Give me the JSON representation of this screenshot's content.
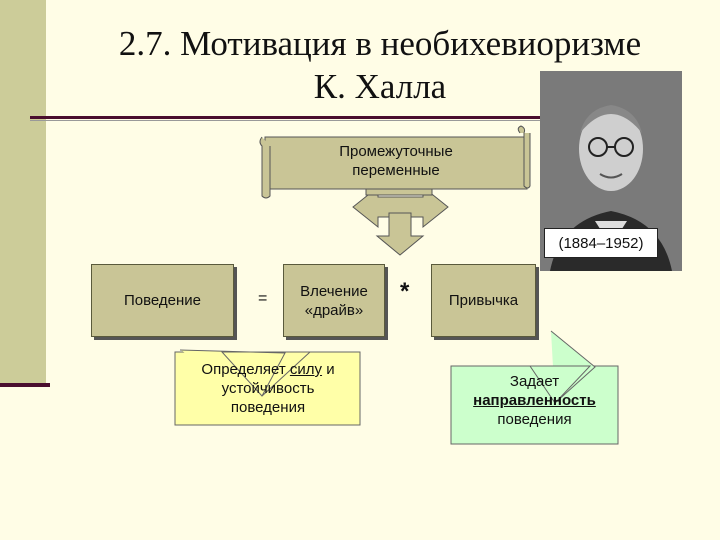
{
  "slide": {
    "title_line1": "2.7. Мотивация в необихевиоризме",
    "title_line2": "К. Халла"
  },
  "diagram": {
    "scroll_label_line1": "Промежуточные",
    "scroll_label_line2": "переменные",
    "behavior": "Поведение",
    "equals": "=",
    "drive_line1": "Влечение",
    "drive_line2": "«драйв»",
    "multiply": "*",
    "habit": "Привычка"
  },
  "callouts": {
    "drive_note": {
      "pre": "Определяет ",
      "emph": "силу",
      "post": " и",
      "line2": "устойчивость",
      "line3": "поведения"
    },
    "habit_note": {
      "line1": "Задает",
      "emph": "направленность",
      "line3": "поведения"
    }
  },
  "portrait": {
    "years": "(1884–1952)"
  },
  "colors": {
    "background": "#FFFDE6",
    "sidebar": "#CCCC99",
    "box_fill": "#C9C596",
    "accent": "#4A0E2E",
    "callout_yellow": "#FFFFA8",
    "callout_green": "#CCFFCC"
  }
}
